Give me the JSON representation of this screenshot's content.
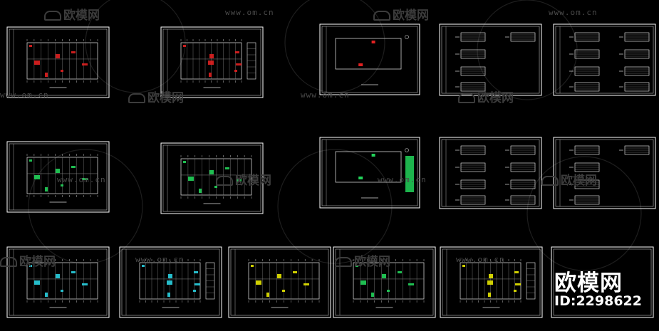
{
  "watermark": {
    "url_text": "www.om.cn",
    "brand_text": "欧模网"
  },
  "brand": {
    "name": "欧模网",
    "id": "ID:2298622"
  },
  "colors": {
    "background": "#000000",
    "frame": "#ffffff",
    "plan_green": "#22d35a",
    "plan_red": "#e02020",
    "plan_yellow": "#e6e600",
    "plan_cyan": "#29d0e0"
  },
  "sheets": [
    {
      "id": "s1",
      "kind": "plan",
      "accent": "red"
    },
    {
      "id": "s2",
      "kind": "plan-side",
      "accent": "red"
    },
    {
      "id": "s3",
      "kind": "plan-sparse",
      "accent": "red"
    },
    {
      "id": "s4",
      "kind": "schedule"
    },
    {
      "id": "s5",
      "kind": "schedule"
    },
    {
      "id": "s6",
      "kind": "plan",
      "accent": "green"
    },
    {
      "id": "s7",
      "kind": "plan",
      "accent": "green"
    },
    {
      "id": "s8",
      "kind": "plan-sparse",
      "accent": "green"
    },
    {
      "id": "s9",
      "kind": "schedule"
    },
    {
      "id": "s10",
      "kind": "schedule"
    },
    {
      "id": "s11",
      "kind": "plan",
      "accent": "cyan"
    },
    {
      "id": "s12",
      "kind": "plan-side",
      "accent": "cyan"
    },
    {
      "id": "s13",
      "kind": "plan",
      "accent": "yellow"
    },
    {
      "id": "s14",
      "kind": "plan",
      "accent": "green"
    },
    {
      "id": "s15",
      "kind": "plan-side",
      "accent": "yellow"
    },
    {
      "id": "s16",
      "kind": "brand"
    }
  ]
}
